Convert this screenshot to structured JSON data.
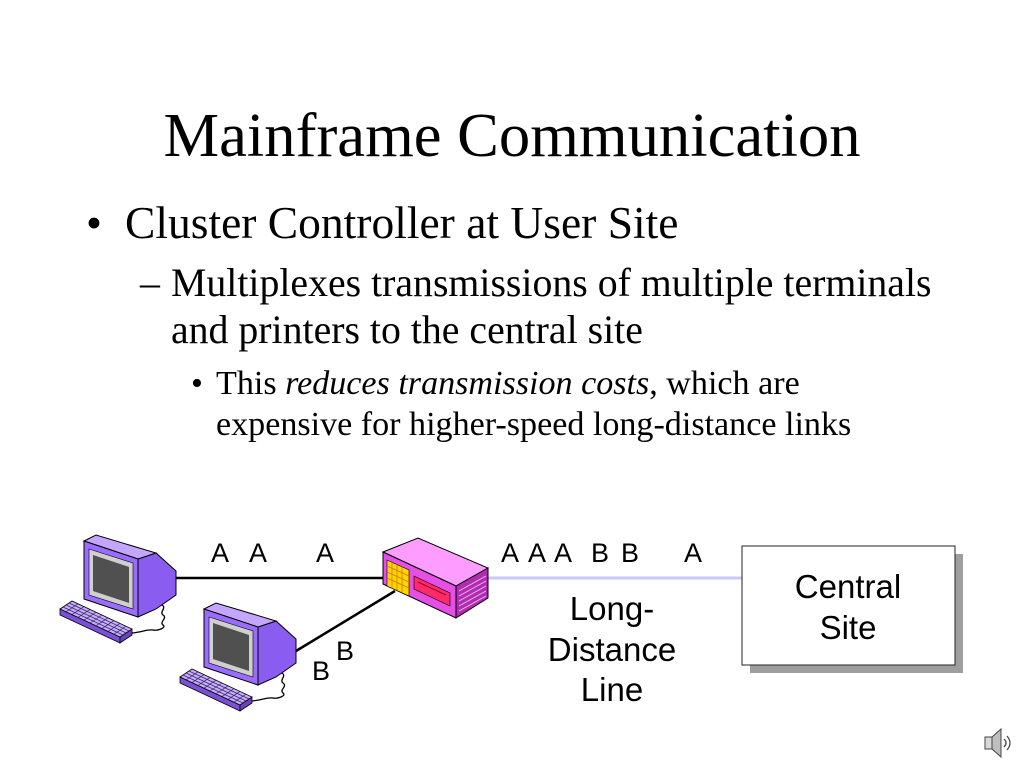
{
  "slide": {
    "title": "Mainframe Communication",
    "bullets": {
      "level1": {
        "marker": "•",
        "text": "Cluster Controller at User Site"
      },
      "level2": {
        "marker": "–",
        "text": "Multiplexes transmissions of multiple terminals and printers to the central site"
      },
      "level3": {
        "marker": "•",
        "text_before": "This ",
        "emphasis": "reduces transmission costs",
        "text_after": ", which are expensive for higher-speed long-distance links"
      }
    }
  },
  "diagram": {
    "local_link_labels": [
      "A",
      "A",
      "A"
    ],
    "terminal2_labels": [
      "B",
      "B"
    ],
    "trunk_labels": [
      "A",
      "A",
      "A",
      "B",
      "B",
      "A"
    ],
    "long_distance_label": [
      "Long-",
      "Distance",
      "Line"
    ],
    "central_site_label": [
      "Central",
      "Site"
    ],
    "icons": {
      "terminal": "computer-terminal-icon",
      "cluster_controller": "cluster-controller-icon",
      "sound": "speaker-icon"
    },
    "colors": {
      "terminal": "#9a6cff",
      "controller": "#e64fe6",
      "trunk_line": "#c8c8ff",
      "local_line": "#000000"
    }
  }
}
